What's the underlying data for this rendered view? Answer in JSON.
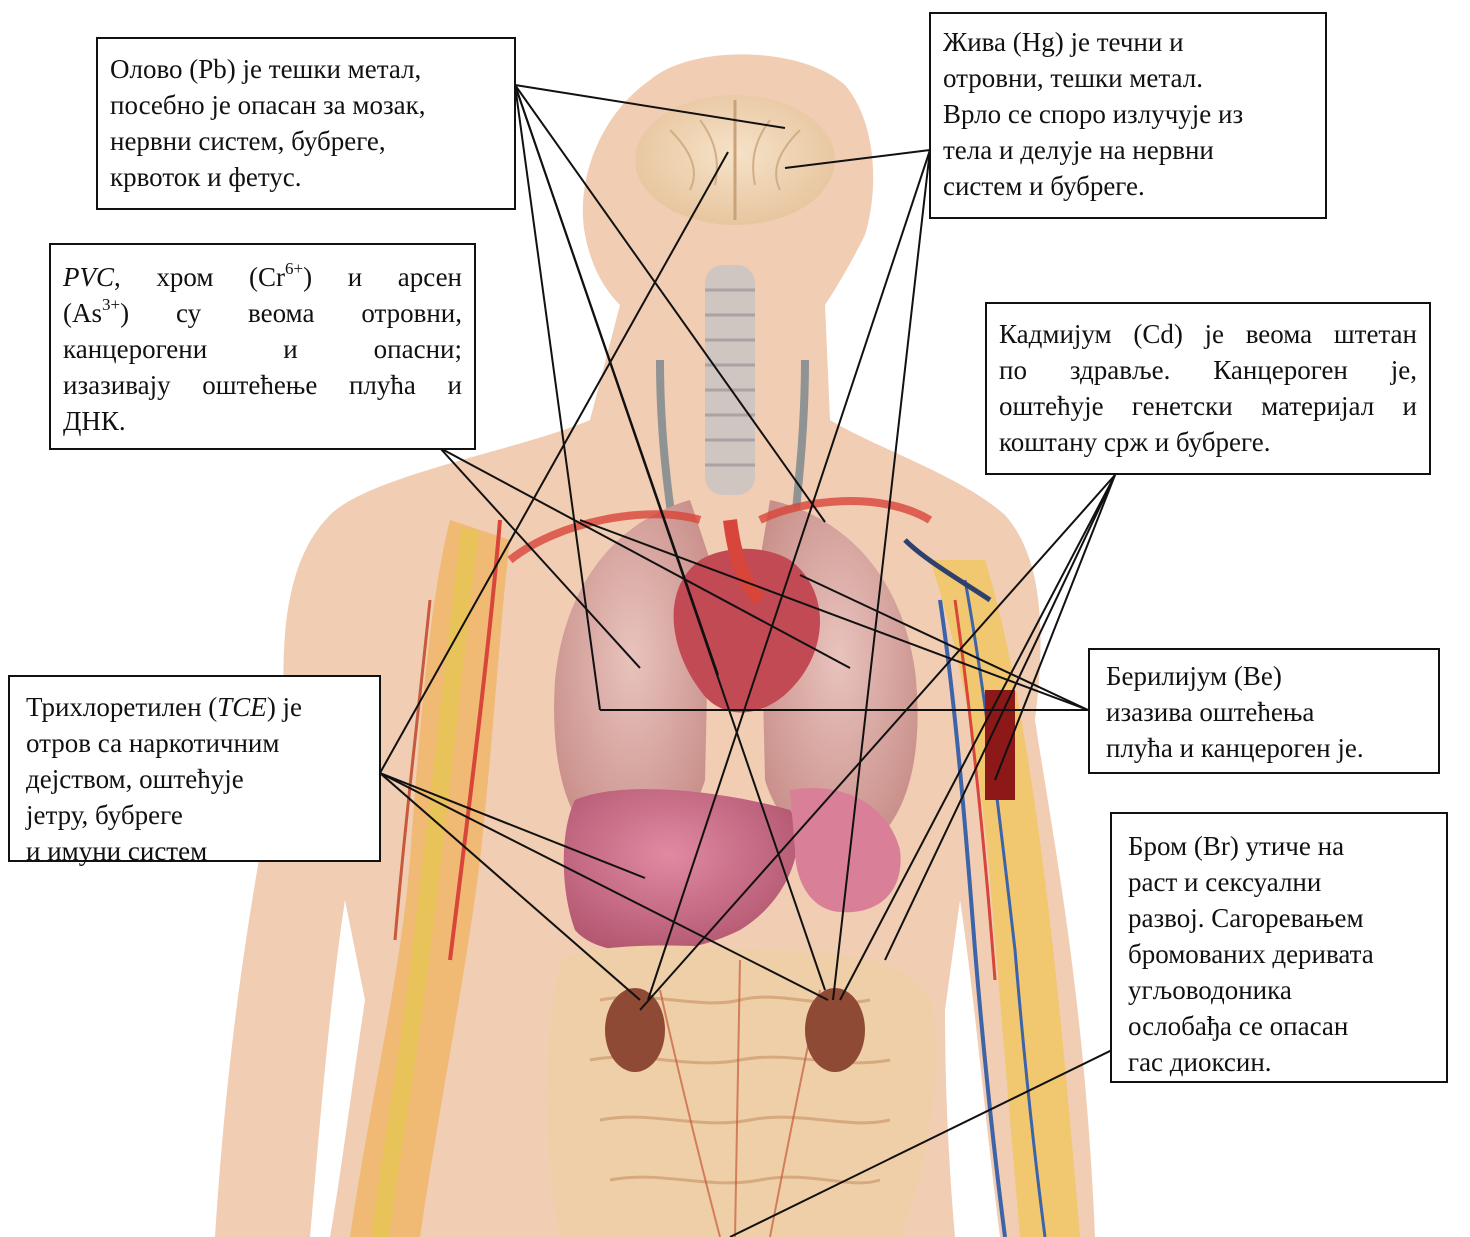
{
  "colors": {
    "skin": "#f1cdb3",
    "skin_dark": "#e2b79a",
    "lung": "#d9a7a0",
    "heart": "#c24a55",
    "liver": "#c96a86",
    "kidney": "#8f4a35",
    "intestine": "#efcfa8",
    "artery": "#d8453a",
    "vein": "#3d63a8",
    "bone": "#e8c35a",
    "line": "#111111"
  },
  "labels": {
    "lead": {
      "line1": "Олово (Pb) је тешки метал,",
      "line2": "посебно је опасан за мозак,",
      "line3": "нервни систем, бубреге,",
      "line4": "крвоток и фетус."
    },
    "mercury": {
      "line1": "Жива (Hg) је течни и",
      "line2": "отровни, тешки метал.",
      "line3": "Врло се споро излучује из",
      "line4": "тела и делује на нервни",
      "line5": "систем и бубреге."
    },
    "pvc": {
      "pvc": "PVC",
      "l1_mid": ", хром (Cr",
      "cr_charge": "6+",
      "l1_end": ") и арсен",
      "l2_start": "(As",
      "as_charge": "3+",
      "l2_end": ") су веома отровни,",
      "line3": "канцерогени и опасни;",
      "line4": "изазивају оштећење плућа и",
      "line5": "ДНК."
    },
    "cadmium": {
      "line1": "Кадмијум (Cd) је веома штетан",
      "line2": "по здравље. Канцероген је,",
      "line3": "оштећује генетски материјал и",
      "line4": "коштану срж и бубреге."
    },
    "beryllium": {
      "line1": "Берилијум (Be)",
      "line2": "изазива оштећења",
      "line3": "плућа и канцероген је."
    },
    "tce": {
      "l1_start": "Трихлоретилен (",
      "tce": "TCE",
      "l1_end": ") је",
      "line2": "отров са наркотичним",
      "line3": "дејством, оштећује",
      "line4": "јетру, бубреге",
      "line5": "и имуни систем"
    },
    "bromine": {
      "line1": "Бром (Br) утиче на",
      "line2": "раст и сексуални",
      "line3": "развој. Сагоревањем",
      "line4": "бромованих деривата",
      "line5": "угљоводоника",
      "line6": "ослобађа се опасан",
      "line7": "гас диоксин."
    }
  }
}
